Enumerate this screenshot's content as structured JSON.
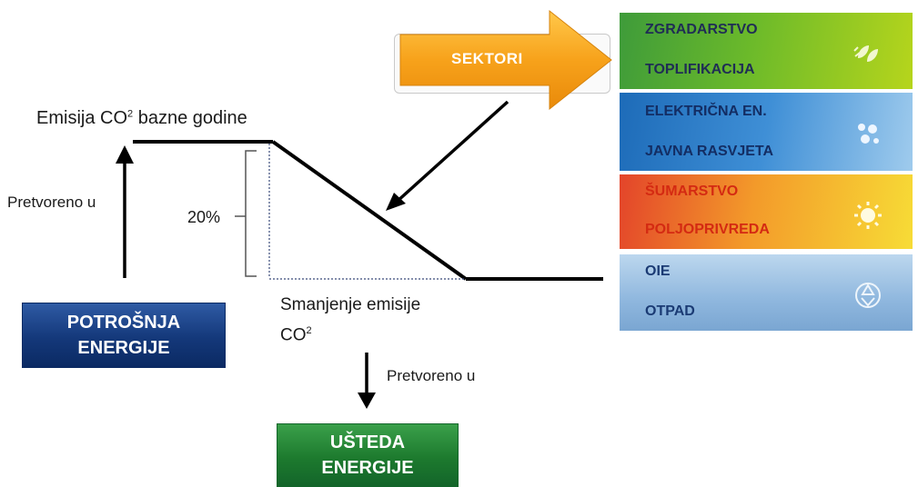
{
  "diagram": {
    "baseline_label": "Emisija CO",
    "baseline_sup": "2",
    "baseline_label_rest": " bazne godine",
    "left_arrow_label": "Pretvoreno u",
    "percent_label": "20%",
    "reduction_label_line1": "Smanjenje emisije",
    "reduction_label_line2": "CO",
    "reduction_sup": "2",
    "down_arrow_label": "Pretvoreno u",
    "consumption_box": [
      "POTROŠNJA",
      "ENERGIJE"
    ],
    "savings_box": [
      "UŠTEDA",
      "ENERGIJE"
    ],
    "sektori_label": "SEKTORI"
  },
  "sectors": [
    {
      "lines": [
        "ZGRADARSTVO",
        "TOPLIFIKACIJA"
      ],
      "text_color": "#1f2d55",
      "icon": "leaves-icon"
    },
    {
      "lines": [
        "ELEKTRIČNA EN.",
        "JAVNA RASVJETA"
      ],
      "text_color": "#132d63",
      "icon": "drops-icon"
    },
    {
      "lines": [
        "ŠUMARSTVO",
        "POLJOPRIVREDA"
      ],
      "text_color": "#d42a12",
      "icon": "sun-icon"
    },
    {
      "lines": [
        "OIE",
        "OTPAD"
      ],
      "text_color": "#1b3b74",
      "icon": "recycle-icon"
    }
  ]
}
